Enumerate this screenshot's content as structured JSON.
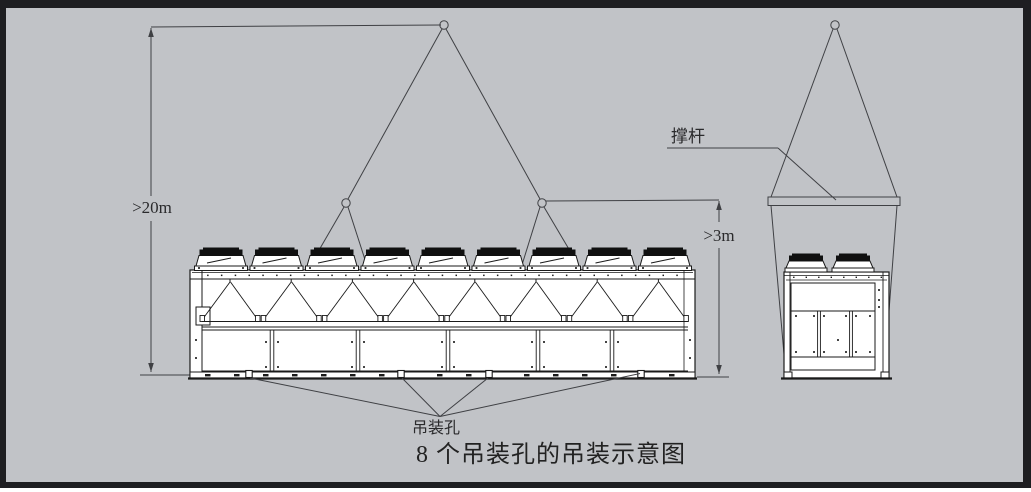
{
  "page": {
    "caption": "8 个吊装孔的吊装示意图"
  },
  "labels": {
    "height_dimension": ">20m",
    "sling_dimension": ">3m",
    "spreader_bar": "撑杆",
    "lifting_hole": "吊装孔"
  },
  "views": {
    "side_view": {
      "fan_count": 9,
      "visible_lifting_hole_count": 4
    },
    "end_view": {
      "fan_count": 2
    }
  },
  "colors": {
    "canvas_background": "#c1c3c7",
    "frame": "#1e1e21",
    "line": "#3f4044",
    "unit_outline": "#1a1a1a",
    "unit_fill": "#ffffff",
    "fan_dark": "#101010"
  }
}
